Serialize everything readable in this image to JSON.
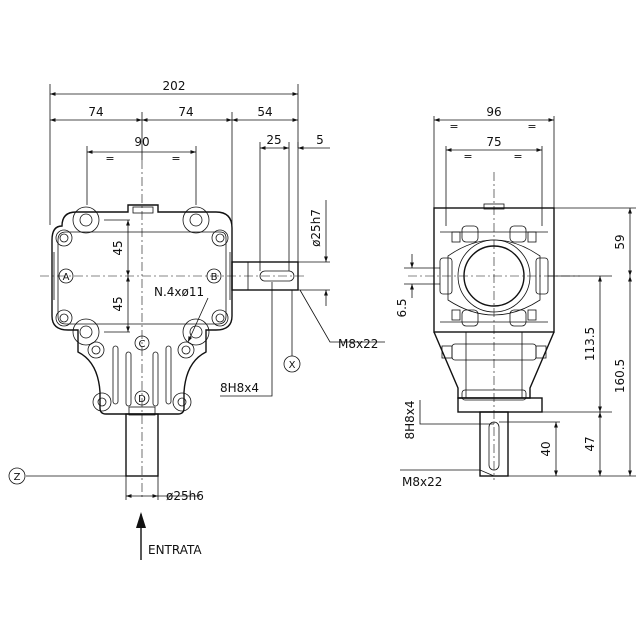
{
  "front_view": {
    "dim_overall_width": "202",
    "dim_left_half": "74",
    "dim_right_half": "74",
    "dim_shaft_length": "54",
    "dim_bolt_spacing": "90",
    "dim_key_length": "25",
    "dim_shaft_end": "5",
    "dim_upper_bolt": "45",
    "dim_lower_bolt": "45",
    "shaft_diameter_right": "ø25h7",
    "hole_callout": "N.4xø11",
    "thread_right": "M8x22",
    "key_right": "8H8x4",
    "shaft_diameter_bottom": "ø25h6",
    "input_label": "ENTRATA",
    "equal_mark": "=",
    "markers": {
      "a": "A",
      "b": "B",
      "c": "C",
      "d": "D",
      "x": "X",
      "z": "Z"
    }
  },
  "side_view": {
    "dim_width": "96",
    "dim_bolt_spacing": "75",
    "dim_top": "59",
    "dim_key_width": "6.5",
    "dim_mid": "113.5",
    "dim_total": "160.5",
    "dim_shaft": "47",
    "dim_key_length": "40",
    "key_bottom": "8H8x4",
    "thread_bottom": "M8x22",
    "equal_mark": "="
  }
}
